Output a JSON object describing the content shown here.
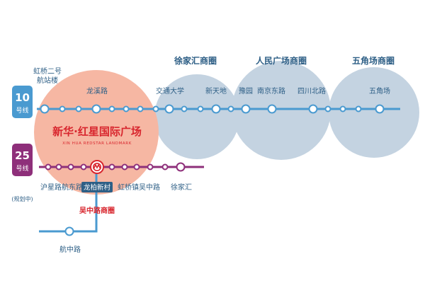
{
  "zones": {
    "xujiahui": {
      "title": "徐家汇商圈",
      "color": "#c4d3e1"
    },
    "renmin": {
      "title": "人民广场商圈",
      "color": "#c4d3e1"
    },
    "wujiaochang": {
      "title": "五角场商圈",
      "color": "#c4d3e1"
    },
    "wuzhong": {
      "title": "吴中路商圈",
      "color": "#f6b7a3"
    }
  },
  "lines": {
    "line10": {
      "number": "10",
      "suffix": "号线",
      "color": "#4a9ad0"
    },
    "line25": {
      "number": "25",
      "suffix": "号线",
      "color": "#8e2f7a",
      "status": "(规划中)"
    }
  },
  "stations": {
    "hongqiao_t2": {
      "line1": "虹桥二号",
      "line2": "航站楼"
    },
    "longxi": "龙溪路",
    "jiaoda": "交通大学",
    "xintiandi": "新天地",
    "yuyuan": "豫园",
    "nanjing_e": "南京东路",
    "sichuan_n": "四川北路",
    "wujiaochang": "五角场",
    "huxing": "沪星路",
    "hangdong": "航东路",
    "longbai": "龙柏新村",
    "hongqiao_town": "虹桥镇",
    "wuzhong": "吴中路",
    "xujiahui": "徐家汇",
    "hangzhong": "航中路"
  },
  "landmark": {
    "title": "新华·红星国际广场",
    "subtitle": "XIN HUA  REDSTAR  LANDMARK"
  },
  "colors": {
    "accent": "#d8262e",
    "text": "#2e5f86"
  }
}
